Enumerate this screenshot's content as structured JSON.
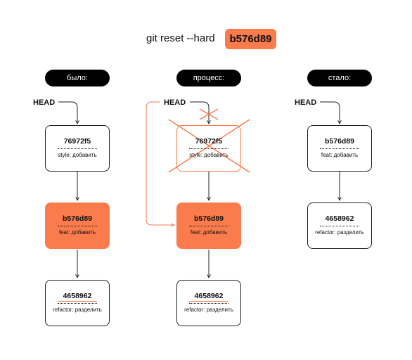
{
  "title": {
    "command": "git reset --hard",
    "hash": "b576d89"
  },
  "columns": [
    {
      "label": "было:",
      "head": "HEAD",
      "commits": [
        {
          "hash": "76972f5",
          "message": "style: добавить"
        },
        {
          "hash": "b576d89",
          "message": "feat: добавить",
          "highlighted": true
        },
        {
          "hash": "4658962",
          "message": "refactor: разделить"
        }
      ]
    },
    {
      "label": "процесс:",
      "head": "HEAD",
      "commits": [
        {
          "hash": "76972f5",
          "message": "style: добавить",
          "crossed_out": true
        },
        {
          "hash": "b576d89",
          "message": "feat: добавить",
          "highlighted": true
        },
        {
          "hash": "4658962",
          "message": "refactor: разделить"
        }
      ]
    },
    {
      "label": "стало:",
      "head": "HEAD",
      "commits": [
        {
          "hash": "b576d89",
          "message": "feat: добавить"
        },
        {
          "hash": "4658962",
          "message": "refactor: разделить"
        }
      ]
    }
  ],
  "colors": {
    "accent": "#fa7b4c",
    "line": "#222222",
    "pill": "#000000"
  }
}
